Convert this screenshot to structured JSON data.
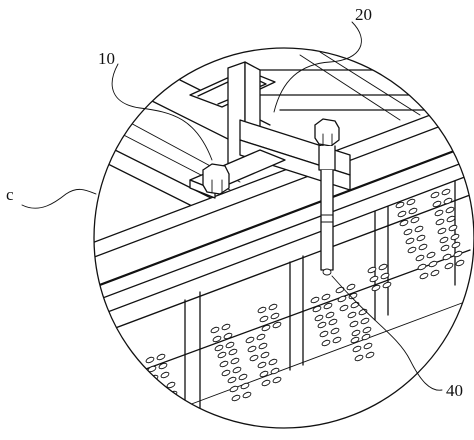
{
  "figure": {
    "callouts": [
      {
        "id": "label-20",
        "text": "20"
      },
      {
        "id": "label-10",
        "text": "10"
      },
      {
        "id": "label-c",
        "text": "c"
      },
      {
        "id": "label-40",
        "text": "40"
      }
    ]
  },
  "colors": {
    "line": "#111111",
    "paper": "#ffffff"
  }
}
